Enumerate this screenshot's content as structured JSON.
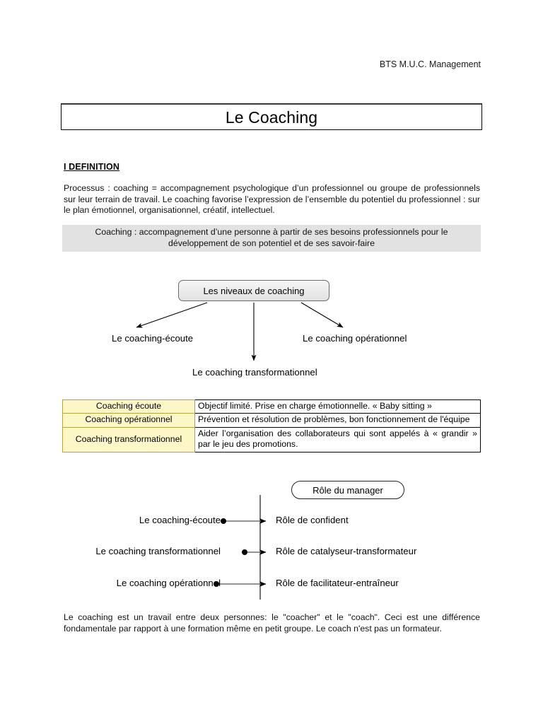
{
  "document": {
    "running_head": "BTS M.U.C. Management",
    "title": "Le Coaching",
    "section_heading": "I DEFINITION",
    "definition_paragraph": "Processus : coaching = accompagnement psychologique d’un professionnel ou groupe de professionnels sur leur terrain de travail. Le coaching favorise l’expression de l’ensemble du potentiel du professionnel : sur le plan émotionnel, organisationnel, créatif, intellectuel.",
    "callout": "Coaching : accompagnement d’une personne à partir de ses besoins professionnels pour le développement de son potentiel et de ses savoir-faire",
    "closing_paragraph": "Le coaching est un travail entre deux personnes: le \"coacher\" et le \"coach\". Ceci est une différence fondamentale par rapport à une formation même en petit groupe. Le coach n'est pas un formateur."
  },
  "diagram_levels": {
    "root": "Les niveaux de coaching",
    "branch_left": "Le coaching-écoute",
    "branch_center": "Le coaching transformationnel",
    "branch_right": "Le coaching opérationnel"
  },
  "levels_table": {
    "rows": [
      {
        "level": "Coaching écoute",
        "description": "Objectif limité. Prise en charge émotionnelle. « Baby sitting »"
      },
      {
        "level": "Coaching opérationnel",
        "description": "Prévention et résolution de problèmes, bon fonctionnement de l'équipe"
      },
      {
        "level": "Coaching transformationnel",
        "description": "Aider l’organisation des collaborateurs qui sont appelés à « grandir » par le jeu des promotions."
      }
    ]
  },
  "diagram_roles": {
    "header": "Rôle du manager",
    "rows": [
      {
        "source": "Le coaching-écoute",
        "target": "Rôle de confident"
      },
      {
        "source": "Le coaching transformationnel",
        "target": "Rôle de catalyseur-transformateur"
      },
      {
        "source": "Le coaching opérationnel",
        "target": "Rôle de facilitateur-entraîneur"
      }
    ]
  },
  "colors": {
    "page_background": "#ffffff",
    "text": "#000000",
    "callout_background": "#e2e2e2",
    "table_label_background": "#fdf7c8",
    "table_label_border": "#b3a642",
    "table_border": "#000000",
    "node_border": "#6b6b6b"
  }
}
